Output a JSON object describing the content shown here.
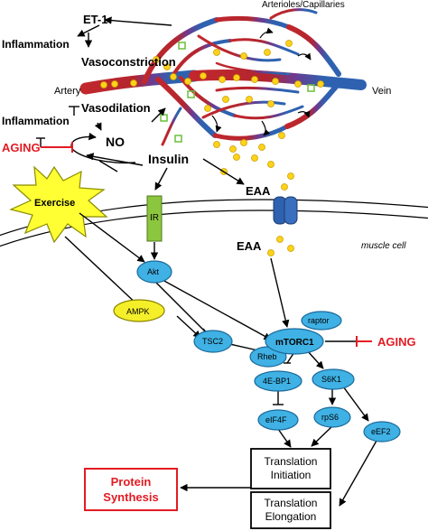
{
  "labels": {
    "arterioles_capillaries": "Arterioles/Capillaries",
    "et1": "ET-1",
    "inflammation_top": "Inflammation",
    "vasoconstriction": "Vasoconstriction",
    "artery": "Artery",
    "vein": "Vein",
    "inflammation_bottom": "Inflammation",
    "vasodilation": "Vasodilation",
    "aging_left": "AGING",
    "no": "NO",
    "insulin": "Insulin",
    "exercise": "Exercise",
    "ir": "IR",
    "eaa_top": "EAA",
    "eaa_bottom": "EAA",
    "muscle_cell": "muscle cell",
    "akt": "Akt",
    "ampk": "AMPK",
    "raptor": "raptor",
    "mtorc1": "mTORC1",
    "aging_right": "AGING",
    "tsc2": "TSC2",
    "rheb": "Rheb",
    "ebp1": "4E-BP1",
    "s6k1": "S6K1",
    "eif4f": "eIF4F",
    "rps6": "rpS6",
    "eef2": "eEF2",
    "translation_initiation": "Translation\nInitiation",
    "translation_elongation": "Translation\nElongation",
    "protein_synthesis": "Protein\nSynthesis"
  },
  "colors": {
    "node_fill": "#3fb1e4",
    "ampk_fill": "#f5ef2a",
    "ir_fill": "#8cc63f",
    "exercise_fill": "#ffff33",
    "aging_red": "#e31b23",
    "artery_red": "#c1272d",
    "vein_blue": "#2e62b0",
    "eaa_dot": "#ffd21a"
  }
}
